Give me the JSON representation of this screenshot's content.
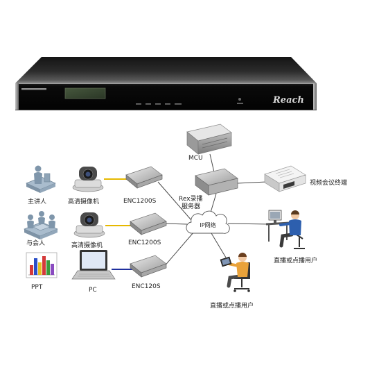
{
  "device": {
    "logo_text": "Reach",
    "icon": "recording-server-appliance-icon"
  },
  "diagram": {
    "mcu": {
      "label": "MCU",
      "icon": "server-icon"
    },
    "rex_server": {
      "label_line1": "Rex录播",
      "label_line2": "服务器",
      "icon": "server-icon"
    },
    "vc_terminal": {
      "label": "视频会议终端",
      "icon": "video-conference-terminal-icon"
    },
    "ip_network": {
      "label": "IP网络",
      "icon": "cloud-icon"
    },
    "encoders": [
      {
        "label": "ENC1200S",
        "icon": "encoder-icon"
      },
      {
        "label": "ENC1200S",
        "icon": "encoder-icon"
      },
      {
        "label": "ENC120S",
        "icon": "encoder-icon"
      }
    ],
    "sources": {
      "presenter": {
        "label": "主讲人",
        "icon": "presenter-icon"
      },
      "camera_1": {
        "label": "高清摄像机",
        "icon": "camera-icon"
      },
      "attendees": {
        "label": "与会人",
        "icon": "attendees-icon"
      },
      "camera_2": {
        "label": "高清摄像机",
        "icon": "camera-icon"
      },
      "ppt": {
        "label": "PPT",
        "icon": "bar-chart-icon"
      },
      "pc": {
        "label": "PC",
        "icon": "laptop-icon"
      }
    },
    "viewers": [
      {
        "label": "直播或点播用户",
        "icon": "user-at-desk-icon"
      },
      {
        "label": "直播或点播用户",
        "icon": "user-with-tablet-icon"
      }
    ]
  },
  "colors": {
    "video_link": "#e6b800",
    "pc_link": "#1f2f9e",
    "network_link": "#4a4a4a"
  }
}
